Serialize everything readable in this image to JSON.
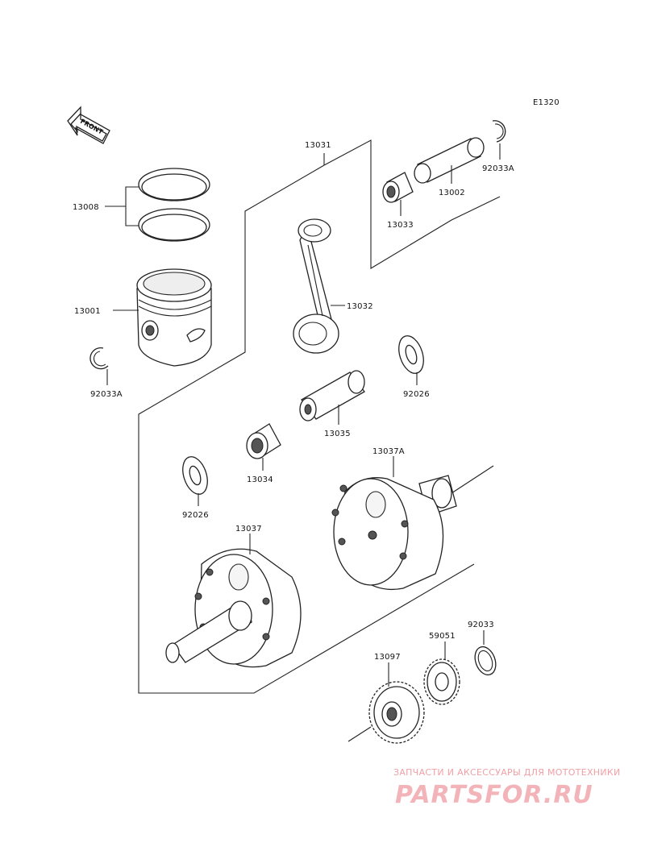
{
  "diagram_code": "E1320",
  "front_arrow_label": "FRONT",
  "parts": {
    "p13031": "13031",
    "p13008": "13008",
    "p13001": "13001",
    "p92033A_left": "92033A",
    "p13032": "13032",
    "p13033": "13033",
    "p13002": "13002",
    "p92033A_right": "92033A",
    "p92026_right": "92026",
    "p13035": "13035",
    "p13034": "13034",
    "p92026_left": "92026",
    "p13037A": "13037A",
    "p13037": "13037",
    "p92033": "92033",
    "p59051": "59051",
    "p13097": "13097"
  },
  "watermark": {
    "tagline": "ЗАПЧАСТИ И АКСЕССУАРЫ ДЛЯ МОТОТЕХНИКИ",
    "logo_text": "PARTSFOR.RU"
  },
  "colors": {
    "line": "#222222",
    "background": "#ffffff",
    "watermark": "#f3b4b9"
  }
}
